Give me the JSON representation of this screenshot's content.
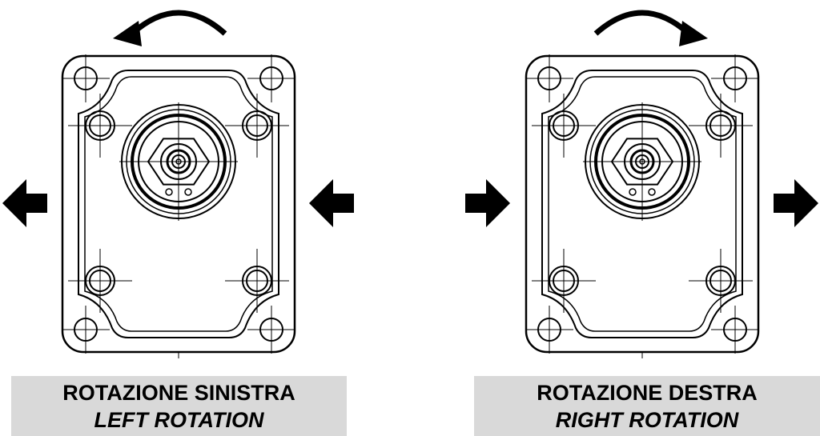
{
  "diagrams": [
    {
      "id": "left",
      "title_it": "ROTAZIONE SINISTRA",
      "title_en": "LEFT ROTATION",
      "rotation_direction": "counter-clockwise",
      "flow_direction": "left"
    },
    {
      "id": "right",
      "title_it": "ROTAZIONE DESTRA",
      "title_en": "RIGHT ROTATION",
      "rotation_direction": "clockwise",
      "flow_direction": "right"
    }
  ],
  "colors": {
    "line": "#000000",
    "caption_bg": "#d9d9d9",
    "background": "#ffffff"
  }
}
